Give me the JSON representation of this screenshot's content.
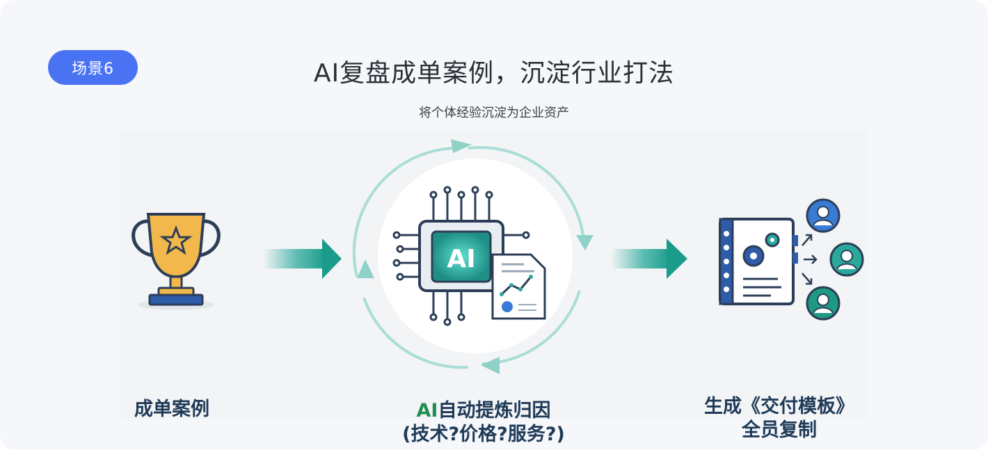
{
  "badge": {
    "text": "场景6"
  },
  "header": {
    "title": "AI复盘成单案例，沉淀行业打法",
    "subtitle": "将个体经验沉淀为企业资产"
  },
  "illustration": {
    "chip_text": "AI",
    "icons": [
      "trophy-icon",
      "arrow-right-icon",
      "ai-chip-icon",
      "document-chart-icon",
      "cycle-arrows-icon",
      "template-book-icon",
      "gear-icon",
      "user-avatar-icon"
    ]
  },
  "labels": {
    "left": "成单案例",
    "mid_ai": "AI",
    "mid_rest": "自动提炼归因",
    "mid_line2": "(技术?价格?服务?)",
    "right_line1": "生成《交付模板》",
    "right_line2": "全员复制"
  },
  "colors": {
    "badge_bg": "#4a73f4",
    "arrow_teal": "#2aa99b",
    "trophy_gold": "#f2b84b",
    "navy": "#1f3a57",
    "ai_green": "#1f8f52"
  }
}
